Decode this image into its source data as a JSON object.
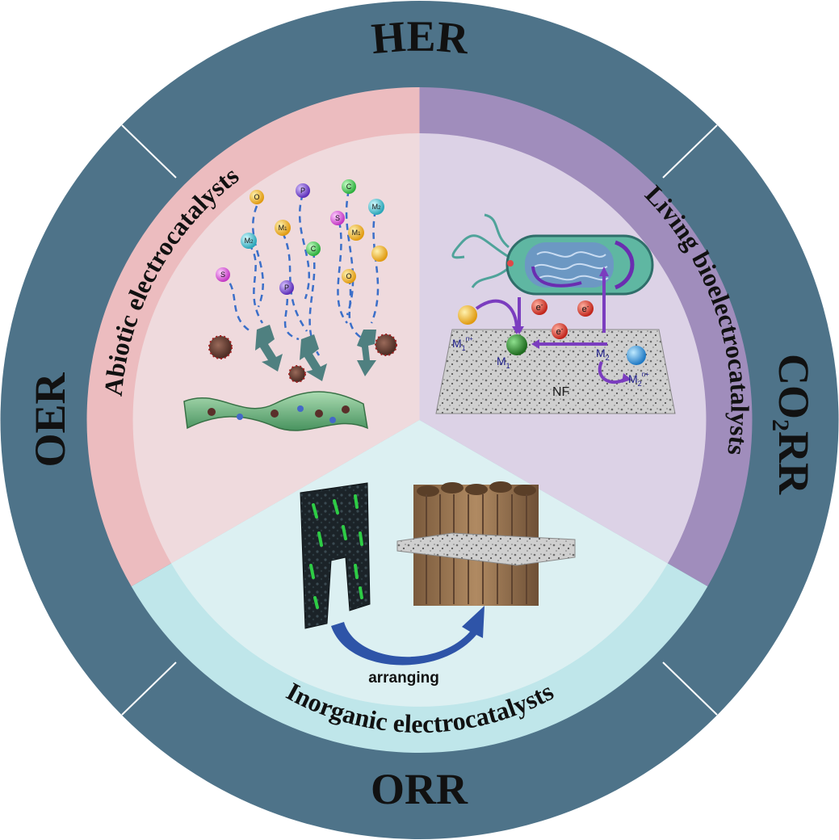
{
  "outer_ring": {
    "labels": {
      "top": "HER",
      "left": "OER",
      "bottom": "ORR",
      "right_prefix": "CO",
      "right_sub": "2",
      "right_suffix": "RR"
    }
  },
  "sectors": {
    "abiotic": {
      "title": "Abiotic electrocatalysts"
    },
    "living": {
      "title": "Living bioelectrocatalysts"
    },
    "inorganic": {
      "title": "Inorganic electrocatalysts"
    }
  },
  "abiotic_atoms": {
    "o1": "O",
    "p1": "P",
    "c1": "C",
    "m2a": "M",
    "m2a_sub": "2",
    "m1": "M",
    "m1_sub": "1",
    "s1": "S",
    "m1b": "M",
    "m1b_sub": "1",
    "m2b": "M",
    "m2b_sub": "2",
    "c2": "C",
    "s2": "S",
    "p2": "P",
    "o2": "O"
  },
  "living_diagram": {
    "m1_ion": "M",
    "m1_ion_sub": "1",
    "m1_ion_sup": "n+",
    "m1": "M",
    "m1_sub": "1",
    "m2": "M",
    "m2_sub": "2",
    "m2_ion": "M",
    "m2_ion_sub": "2",
    "m2_ion_sup": "n+",
    "substrate": "NF",
    "electron": "e",
    "electron_sup": "-"
  },
  "inorganic_diagram": {
    "arrow_label": "arranging"
  },
  "colors": {
    "ring": "#4e7389",
    "abiotic_outer": "#ecbcbf",
    "abiotic_inner": "#efdadd",
    "living_outer": "#a08dbc",
    "living_inner": "#dcd2e6",
    "inorganic_outer": "#bfe6ea",
    "inorganic_inner": "#dcf0f2"
  }
}
